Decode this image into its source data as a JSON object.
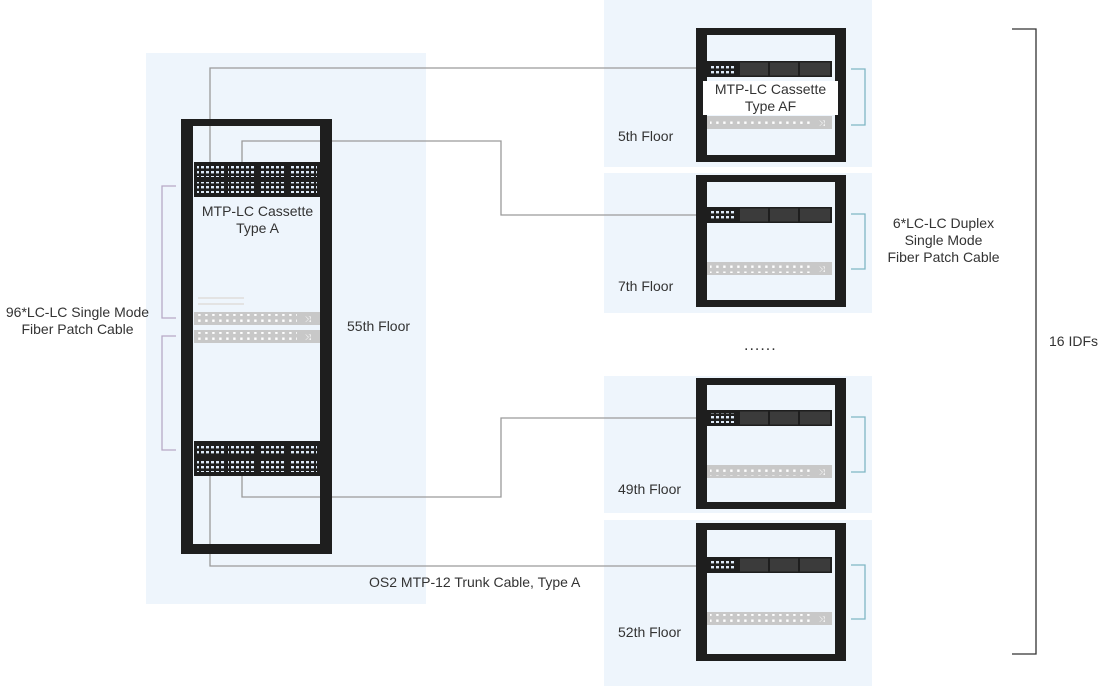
{
  "main_rack": {
    "floor": "55th Floor",
    "cassette_label_line1": "MTP-LC Cassette",
    "cassette_label_line2": "Type A",
    "patch_cable_line1": "96*LC-LC Single Mode",
    "patch_cable_line2": "Fiber Patch Cable"
  },
  "trunk_cable": "OS2 MTP-12  Trunk Cable, Type A",
  "idf_racks": [
    {
      "floor": "5th Floor",
      "cassette_line1": "MTP-LC Cassette",
      "cassette_line2": "Type AF"
    },
    {
      "floor": "7th Floor",
      "patch_line1": "6*LC-LC Duplex",
      "patch_line2": "Single Mode",
      "patch_line3": "Fiber Patch Cable"
    },
    {
      "floor": "49th Floor"
    },
    {
      "floor": "52th Floor"
    }
  ],
  "ellipsis": "......",
  "idf_total": "16 IDFs",
  "colors": {
    "zone_bg": "#eef5fc",
    "rack_frame": "#1e1e1e",
    "cable_line": "#9a9a9a",
    "panel_grey": "#c8c8c8",
    "port_blue": "#dde9f7",
    "bracket_purple": "#b7a9c6",
    "bracket_teal": "#7fb6c4",
    "bracket_dark": "#333333"
  }
}
